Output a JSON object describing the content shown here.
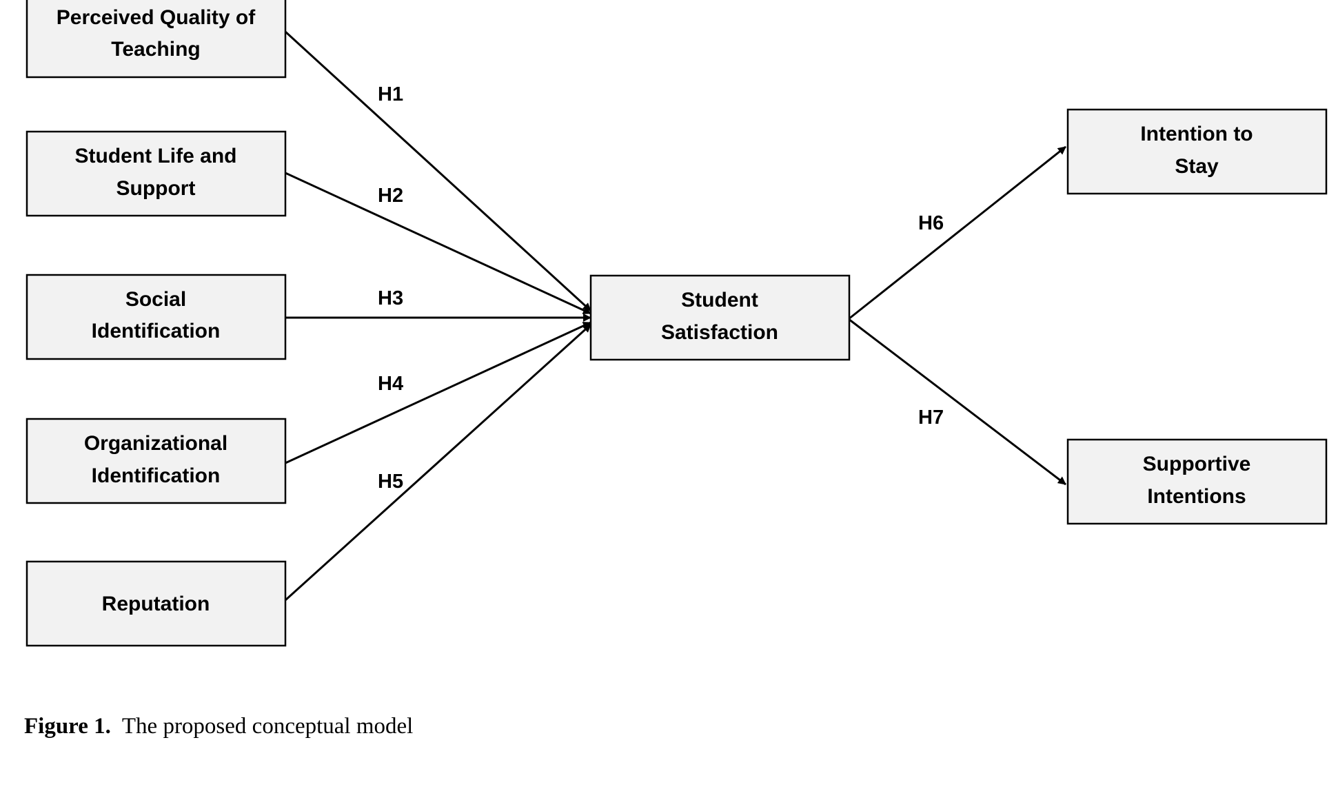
{
  "diagram": {
    "nodes": {
      "teaching": {
        "lines": [
          "Perceived Quality of",
          "Teaching"
        ]
      },
      "student_life": {
        "lines": [
          "Student Life and",
          "Support"
        ]
      },
      "social_id": {
        "lines": [
          "Social",
          "Identification"
        ]
      },
      "org_id": {
        "lines": [
          "Organizational",
          "Identification"
        ]
      },
      "reputation": {
        "lines": [
          "Reputation"
        ]
      },
      "satisfaction": {
        "lines": [
          "Student",
          "Satisfaction"
        ]
      },
      "intention": {
        "lines": [
          "Intention to",
          "Stay"
        ]
      },
      "supportive": {
        "lines": [
          "Supportive",
          "Intentions"
        ]
      }
    },
    "edges": [
      {
        "from": "teaching",
        "to": "satisfaction",
        "label": "H1"
      },
      {
        "from": "student_life",
        "to": "satisfaction",
        "label": "H2"
      },
      {
        "from": "social_id",
        "to": "satisfaction",
        "label": "H3"
      },
      {
        "from": "org_id",
        "to": "satisfaction",
        "label": "H4"
      },
      {
        "from": "reputation",
        "to": "satisfaction",
        "label": "H5"
      },
      {
        "from": "satisfaction",
        "to": "intention",
        "label": "H6"
      },
      {
        "from": "satisfaction",
        "to": "supportive",
        "label": "H7"
      }
    ]
  },
  "caption": {
    "figure_number": "Figure 1.",
    "text": "The proposed conceptual model"
  }
}
